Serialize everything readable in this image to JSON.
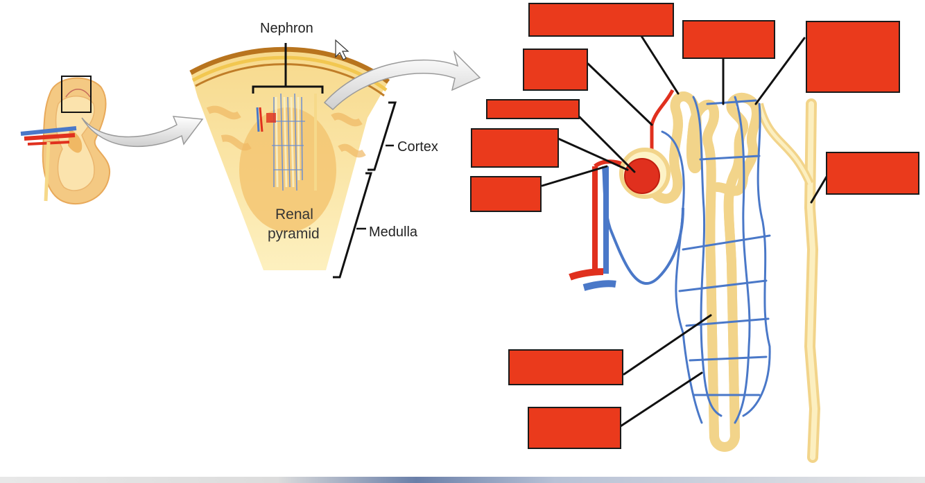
{
  "labels": {
    "nephron": "Nephron",
    "cortex": "Cortex",
    "medulla": "Medulla",
    "renal_pyramid_line1": "Renal",
    "renal_pyramid_line2": "pyramid"
  },
  "blanks": [
    {
      "name": "blank-label-1"
    },
    {
      "name": "blank-label-2"
    },
    {
      "name": "blank-label-3"
    },
    {
      "name": "blank-label-4"
    },
    {
      "name": "blank-label-5"
    },
    {
      "name": "blank-label-6"
    },
    {
      "name": "blank-label-7"
    },
    {
      "name": "blank-label-8"
    },
    {
      "name": "blank-label-9"
    },
    {
      "name": "blank-label-10"
    }
  ],
  "colors": {
    "label_box": "#ea3a1c",
    "artery": "#e0301e",
    "vein": "#4a78c8",
    "tubule": "#f6d98a",
    "tubule_fill": "#fdf2c6",
    "kidney": "#f2c77a",
    "leader": "#111111"
  }
}
